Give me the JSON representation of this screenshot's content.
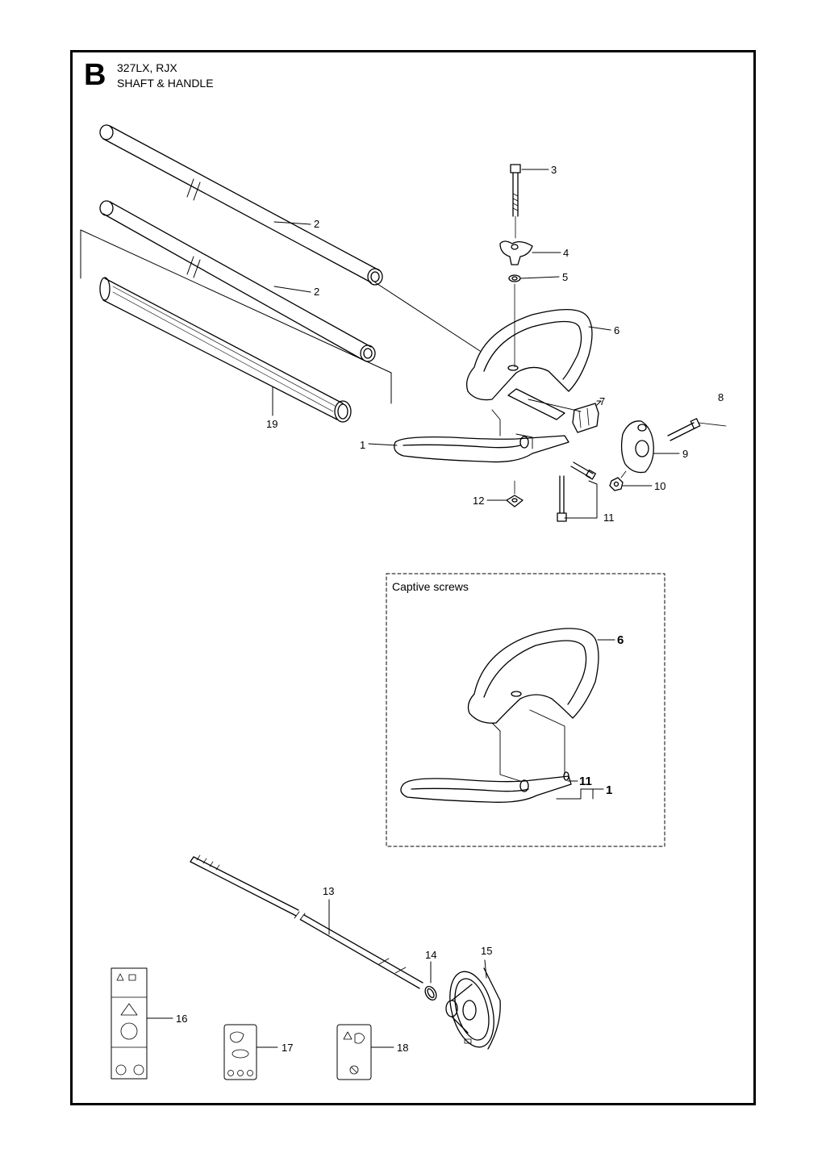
{
  "header": {
    "section_letter": "B",
    "model": "327LX, RJX",
    "title": "SHAFT & HANDLE"
  },
  "inset": {
    "title": "Captive screws",
    "callouts": {
      "handle": "6",
      "screw": "11",
      "bar": "1"
    }
  },
  "callouts": {
    "c1": "1",
    "c2a": "2",
    "c2b": "2",
    "c3": "3",
    "c4": "4",
    "c5": "5",
    "c6": "6",
    "c7": "7",
    "c8": "8",
    "c9": "9",
    "c10": "10",
    "c11": "11",
    "c12": "12",
    "c13": "13",
    "c14": "14",
    "c15": "15",
    "c16": "16",
    "c17": "17",
    "c18": "18",
    "c19": "19"
  }
}
